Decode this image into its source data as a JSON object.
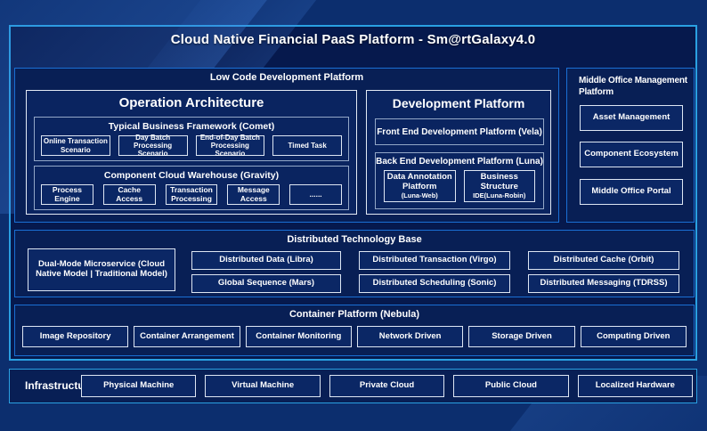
{
  "colors": {
    "background": "#0c2e6e",
    "frame_fill": "#06194d",
    "outer_border": "#2aa0e2",
    "section_border": "#1a6fd4",
    "box_border_light": "#dde6f3",
    "box_border_gray": "#93a7c7"
  },
  "header": {
    "title": "Cloud Native Financial PaaS Platform - Sm@rtGalaxy4.0"
  },
  "low_code": {
    "title": "Low Code Development Platform",
    "operation_architecture": {
      "title": "Operation Architecture",
      "typical_business_framework": {
        "title": "Typical Business Framework (Comet)",
        "items": [
          "Online Transaction Scenario",
          "Day Batch Processing Scenario",
          "End-of-Day Batch Processing Scenario",
          "Timed Task"
        ]
      },
      "component_cloud_warehouse": {
        "title": "Component Cloud Warehouse (Gravity)",
        "items": [
          "Process Engine",
          "Cache Access",
          "Transaction Processing",
          "Message Access",
          "......"
        ]
      }
    },
    "development_platform": {
      "title": "Development Platform",
      "front_end": {
        "label": "Front End Development Platform (Vela)"
      },
      "back_end": {
        "title": "Back End Development Platform (Luna)",
        "items": [
          {
            "label": "Data Annotation Platform",
            "sub": "(Luna-Web)"
          },
          {
            "label": "Business Structure",
            "sub": "IDE(Luna-Robin)"
          }
        ]
      }
    }
  },
  "middle_office": {
    "title": "Middle Office Management Platform",
    "items": [
      "Asset Management",
      "Component Ecosystem",
      "Middle Office Portal"
    ]
  },
  "distributed_base": {
    "title": "Distributed Technology Base",
    "dual_mode": "Dual-Mode Microservice (Cloud Native Model | Traditional Model)",
    "col2": [
      "Distributed Data (Libra)",
      "Global Sequence (Mars)"
    ],
    "col3": [
      "Distributed Transaction (Virgo)",
      "Distributed Scheduling (Sonic)"
    ],
    "col4": [
      "Distributed Cache (Orbit)",
      "Distributed Messaging (TDRSS)"
    ]
  },
  "container_platform": {
    "title": "Container Platform (Nebula)",
    "items": [
      "Image Repository",
      "Container Arrangement",
      "Container Monitoring",
      "Network Driven",
      "Storage Driven",
      "Computing Driven"
    ]
  },
  "infrastructure": {
    "title": "Infrastructure",
    "items": [
      "Physical Machine",
      "Virtual Machine",
      "Private Cloud",
      "Public Cloud",
      "Localized Hardware"
    ]
  }
}
